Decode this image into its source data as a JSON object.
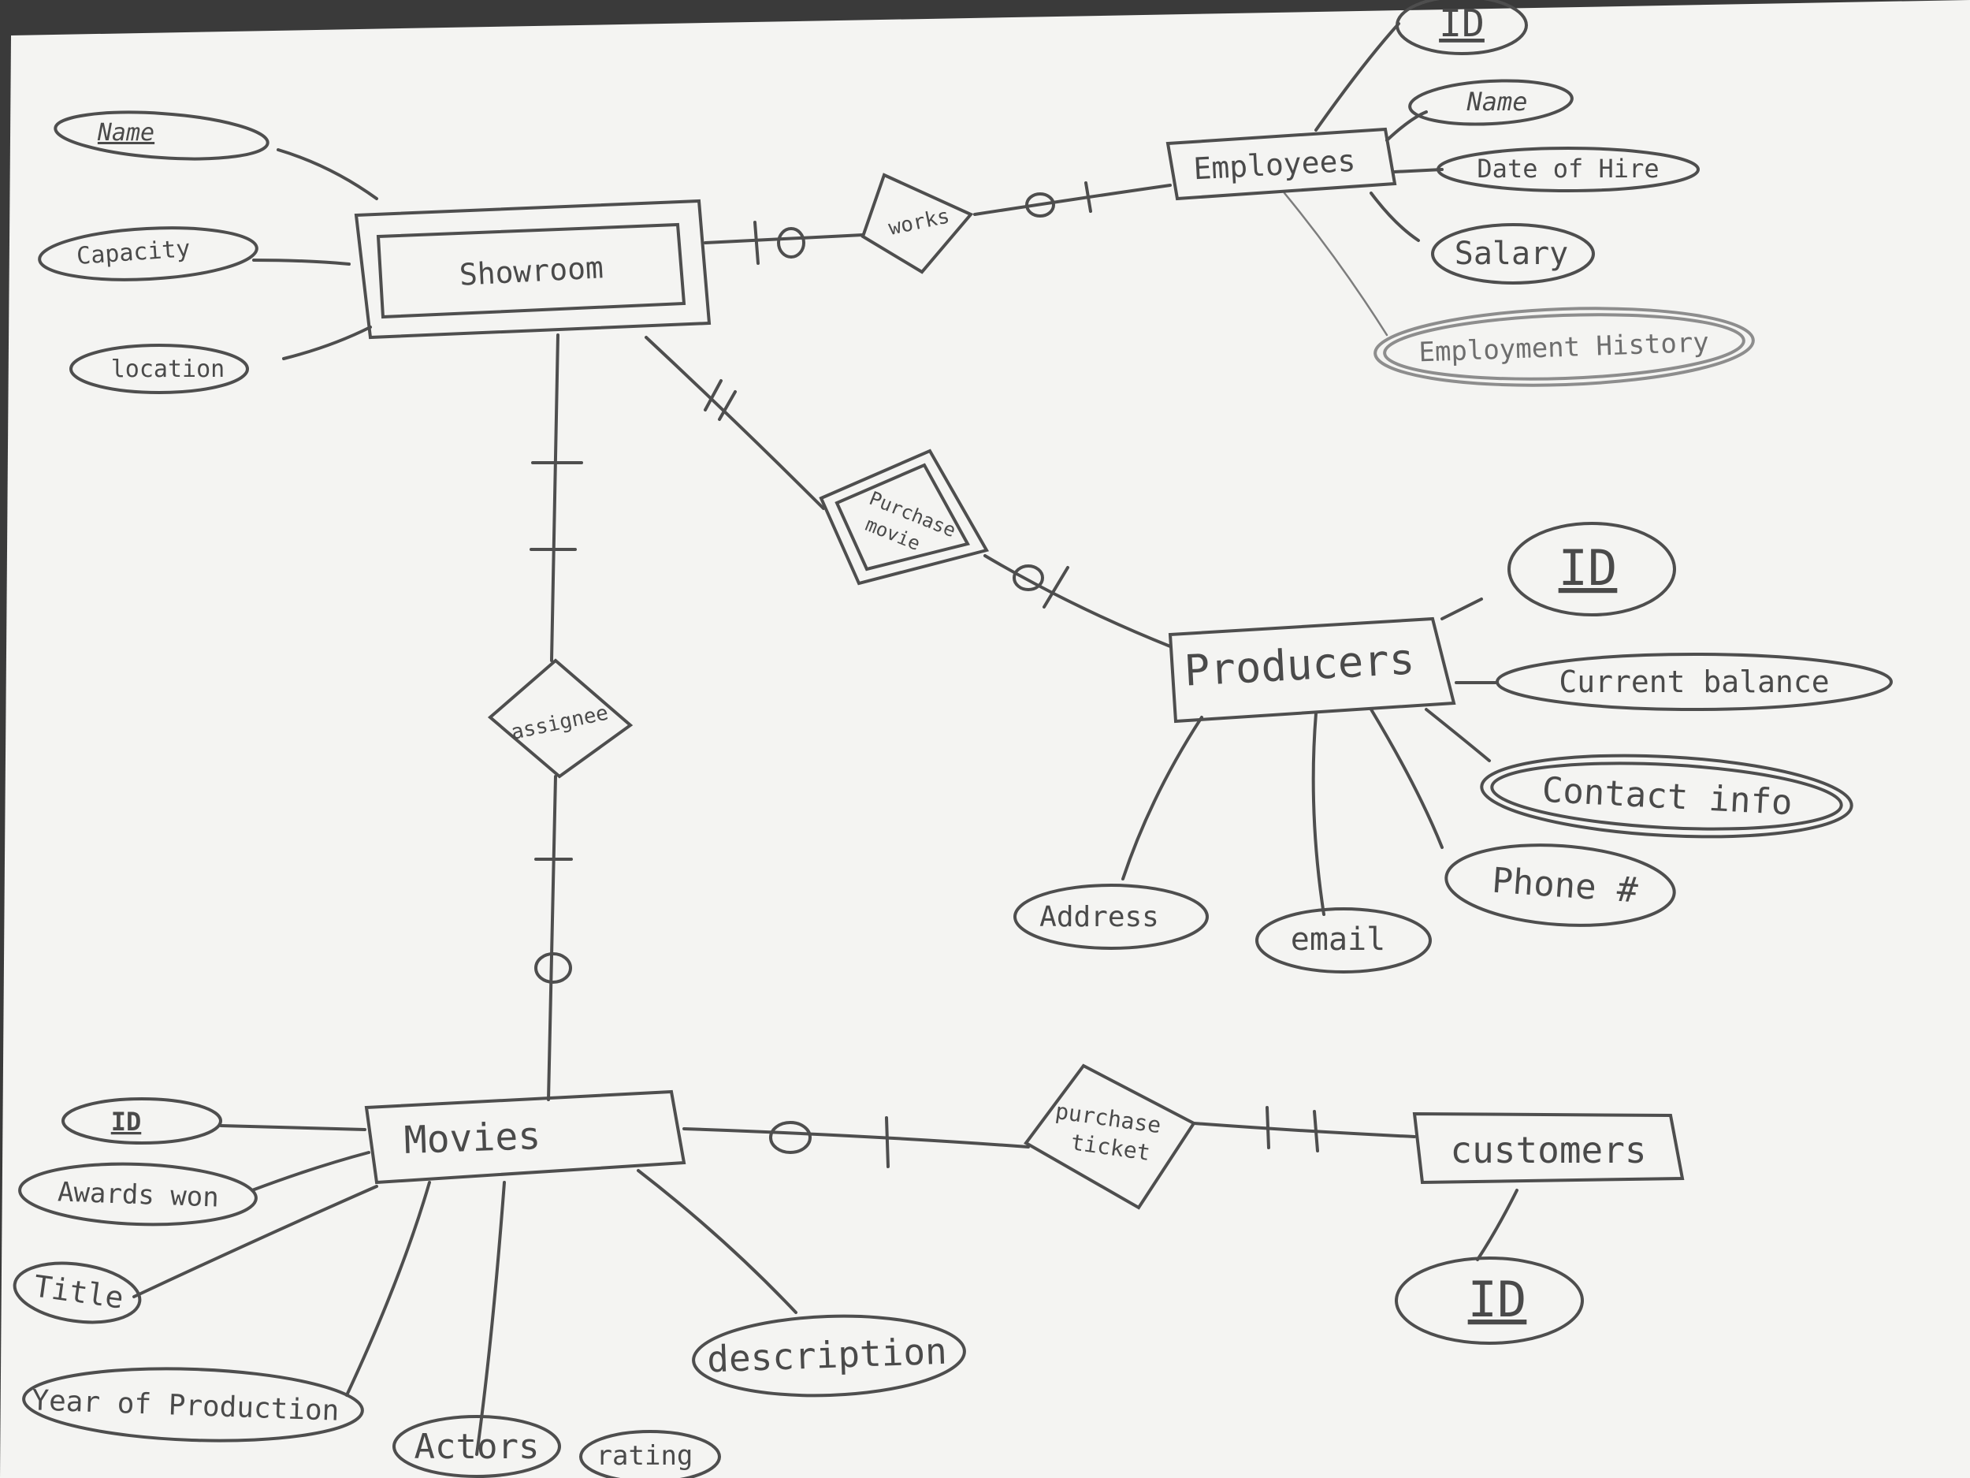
{
  "entities": {
    "showroom": "Showroom",
    "employees": "Employees",
    "producers": "Producers",
    "movies": "Movies",
    "customers": "customers"
  },
  "relationships": {
    "works": "works",
    "purchase_movie_line1": "Purchase",
    "purchase_movie_line2": "movie",
    "assignee": "assignee",
    "purchase_ticket_line1": "purchase",
    "purchase_ticket_line2": "ticket"
  },
  "attributes": {
    "showroom_name": "Name",
    "showroom_capacity": "Capacity",
    "showroom_location": "location",
    "employees_id": "ID",
    "employees_name": "Name",
    "employees_date_of_hire": "Date of Hire",
    "employees_salary": "Salary",
    "employees_employment_history": "Employment History",
    "producers_id": "ID",
    "producers_current_balance": "Current balance",
    "producers_contact_info": "Contact info",
    "producers_phone": "Phone #",
    "producers_address": "Address",
    "producers_email": "email",
    "movies_id": "ID",
    "movies_awards_won": "Awards won",
    "movies_title": "Title",
    "movies_year_of_production": "Year of Production",
    "movies_actors": "Actors",
    "movies_rating": "rating",
    "movies_description": "description",
    "customers_id": "ID"
  }
}
